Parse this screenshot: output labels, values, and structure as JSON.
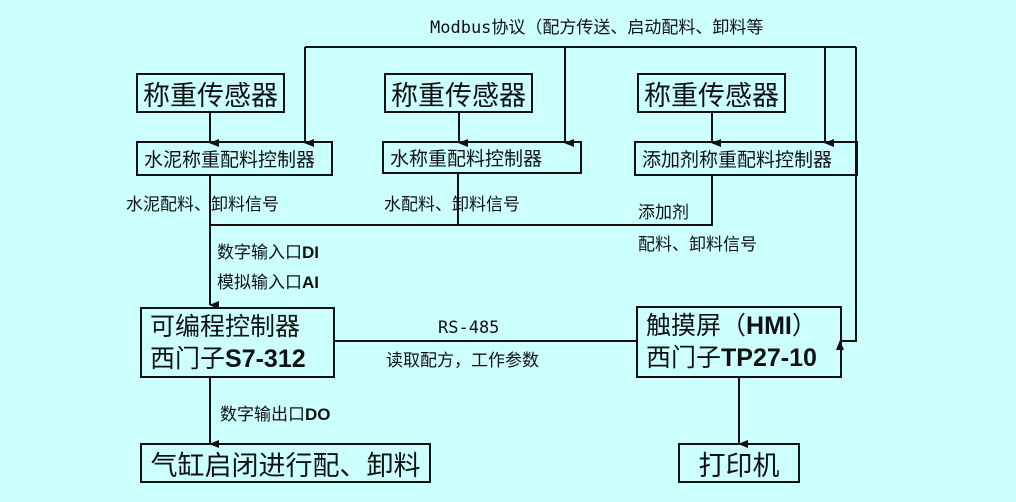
{
  "top_label": "Modbus协议（配方传送、启动配料、卸料等",
  "sensors": [
    {
      "label": "称重传感器"
    },
    {
      "label": "称重传感器"
    },
    {
      "label": "称重传感器"
    }
  ],
  "controllers": [
    {
      "label": "水泥称重配料控制器"
    },
    {
      "label": "水称重配料控制器"
    },
    {
      "label": "添加剂称重配料控制器"
    }
  ],
  "signals": {
    "cement": "水泥配料、卸料信号",
    "water": "水配料、卸料信号",
    "additive_line1": "添加剂",
    "additive_line2": "配料、卸料信号"
  },
  "plc_inputs": {
    "di_prefix": "数字输入口",
    "di_suffix": "DI",
    "ai_prefix": "模拟输入口",
    "ai_suffix": "AI"
  },
  "plc": {
    "line1": "可编程控制器",
    "line2_prefix": "西门子",
    "line2_model": "S7-312"
  },
  "hmi": {
    "line1_prefix": "触摸屏（",
    "line1_bold": "HMI",
    "line1_suffix": "）",
    "line2_prefix": "西门子",
    "line2_model": "TP27-10"
  },
  "link": {
    "protocol": "RS-485",
    "description": "读取配方，工作参数"
  },
  "plc_output": {
    "prefix": "数字输出口",
    "suffix": "DO"
  },
  "actuator": {
    "label": "气缸启闭进行配、卸料"
  },
  "printer": {
    "label": "打印机"
  }
}
